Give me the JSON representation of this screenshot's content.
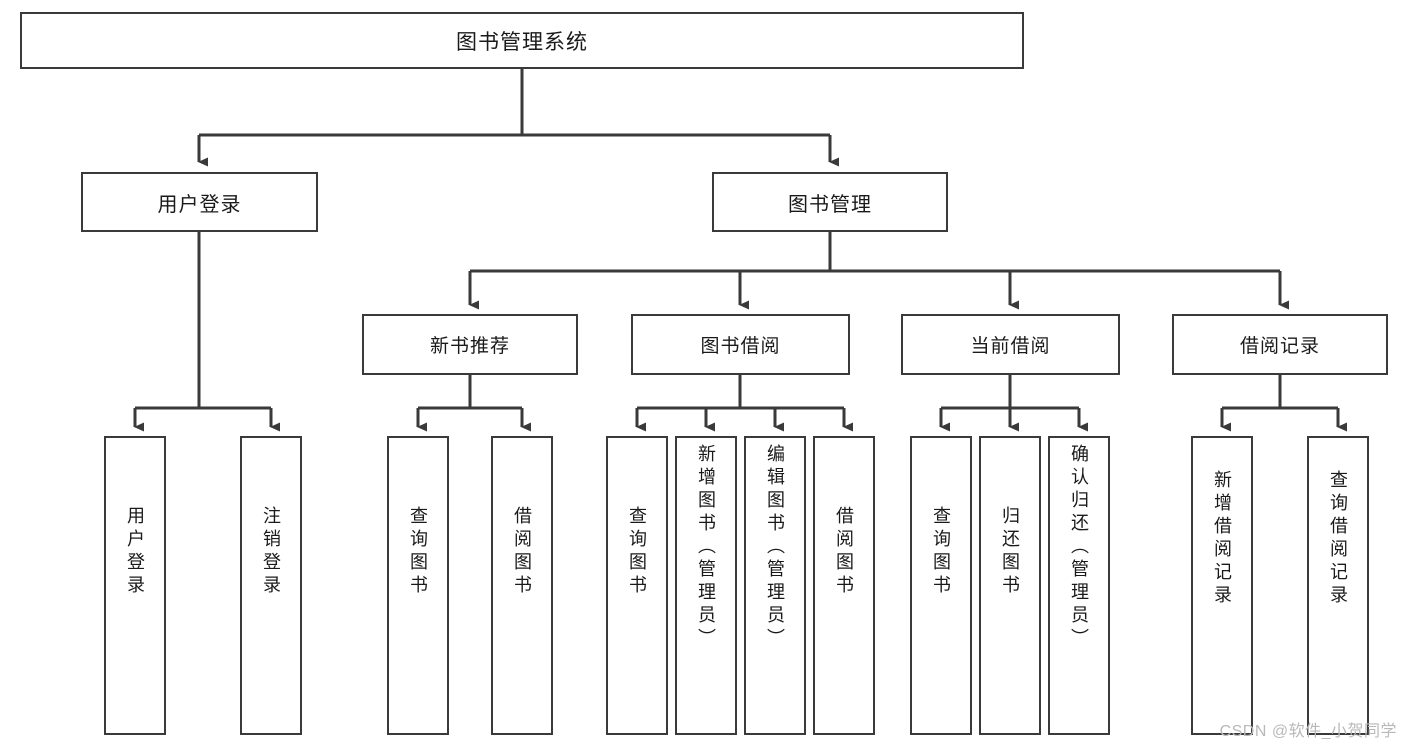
{
  "diagram": {
    "type": "tree-hierarchy",
    "title": "图书管理系统",
    "orientation": "top-down",
    "colors": {
      "box_border": "#3a3a3a",
      "box_fill": "#ffffff",
      "connector": "#3a3a3a",
      "text": "#1a1a1a",
      "watermark": "#b9b9b9",
      "background": "#ffffff"
    }
  },
  "root": {
    "label": "图书管理系统"
  },
  "level2": [
    {
      "label": "用户登录"
    },
    {
      "label": "图书管理"
    }
  ],
  "level3": [
    {
      "label": "新书推荐"
    },
    {
      "label": "图书借阅"
    },
    {
      "label": "当前借阅"
    },
    {
      "label": "借阅记录"
    }
  ],
  "leaves": {
    "user_login": [
      {
        "label": "用户登录"
      },
      {
        "label": "注销登录"
      }
    ],
    "new_book_recommend": [
      {
        "label": "查询图书"
      },
      {
        "label": "借阅图书"
      }
    ],
    "book_borrow": [
      {
        "label": "查询图书"
      },
      {
        "label": "新增图书（管理员）"
      },
      {
        "label": "编辑图书（管理员）"
      },
      {
        "label": "借阅图书"
      }
    ],
    "current_borrow": [
      {
        "label": "查询图书"
      },
      {
        "label": "归还图书"
      },
      {
        "label": "确认归还（管理员）"
      }
    ],
    "borrow_record": [
      {
        "label": "新增借阅记录"
      },
      {
        "label": "查询借阅记录"
      }
    ]
  },
  "watermark": {
    "text": "CSDN @软件_小贺同学"
  }
}
